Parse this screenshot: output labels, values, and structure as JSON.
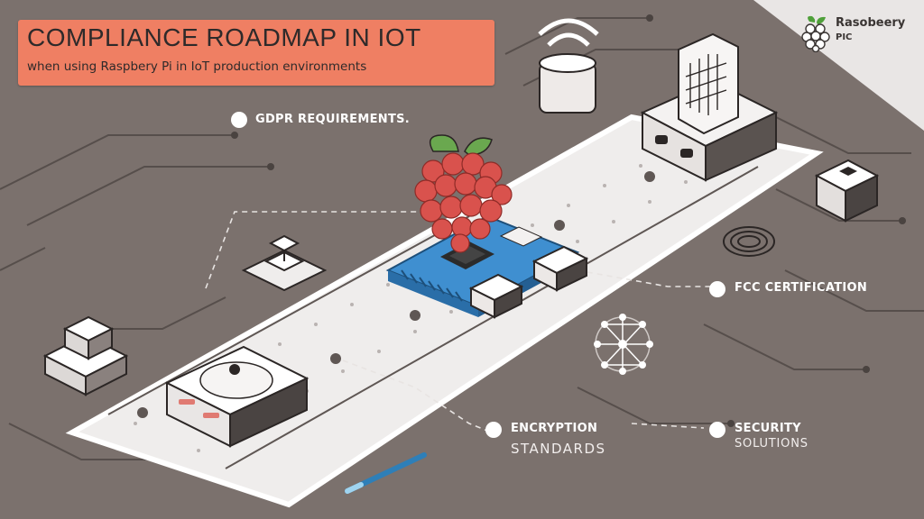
{
  "header": {
    "title": "COMPLIANCE ROADMAP IN IOT",
    "subtitle": "when using Raspbery Pi in IoT production environments"
  },
  "brand": {
    "name": "Rasobeery",
    "sub": "PIC",
    "icon": "raspberry-logo-icon"
  },
  "milestones": [
    {
      "id": "gdpr",
      "line1": "GDPR REQUIREMENTS.",
      "line2": ""
    },
    {
      "id": "fcc",
      "line1": "FCC CERTIFICATION",
      "line2": ""
    },
    {
      "id": "encryption",
      "line1": "ENCRYPTION",
      "line2": "STANDARDS"
    },
    {
      "id": "security",
      "line1": "SECURITY",
      "line2": "SOLUTIONS"
    }
  ],
  "colors": {
    "background": "#7b716d",
    "title_box": "#ef7f63",
    "board": "#3f8fd0",
    "raspberry": "#d9524d",
    "leaf": "#6aa84f",
    "path": "#f1efee"
  },
  "icons": [
    "wifi-icon",
    "server-icon",
    "chip-icon",
    "hardware-module-icon",
    "network-node-icon",
    "fingerprint-icon",
    "stacked-blocks-icon",
    "cooling-fan-icon",
    "raspberry-pi-board-icon"
  ]
}
